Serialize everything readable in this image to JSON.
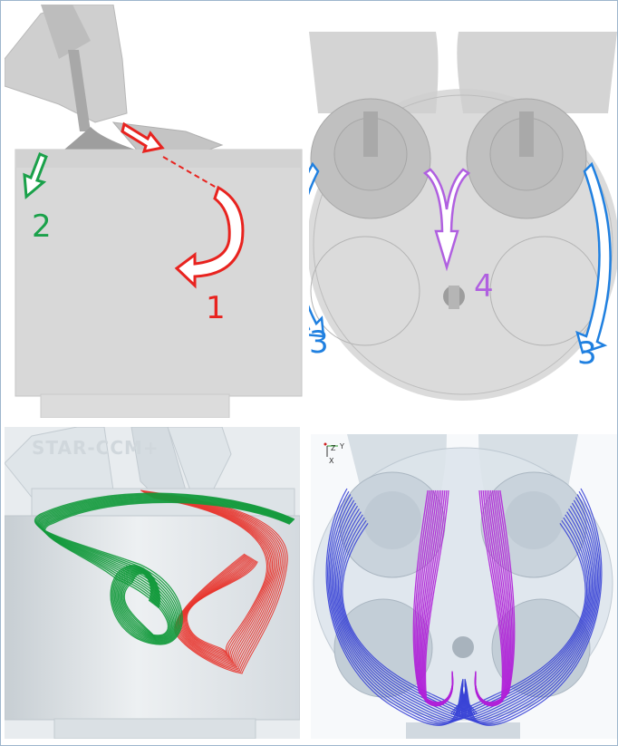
{
  "labels": {
    "tumble_exhaust": "1",
    "backflow_intake": "2",
    "side_swirl_left": "3",
    "side_swirl_right": "3",
    "center_flow": "4"
  },
  "watermark": "STAR-CCM+",
  "axis_triad": {
    "z": "Z",
    "y": "Y",
    "x": "X"
  },
  "colors": {
    "red": "#e8231f",
    "green": "#1aa14a",
    "blue": "#2080e0",
    "purple": "#b060e0",
    "streamline_red": "#e8352e",
    "streamline_green": "#139a3c",
    "streamline_blue": "#3a44d6",
    "streamline_purple": "#b020d8"
  }
}
